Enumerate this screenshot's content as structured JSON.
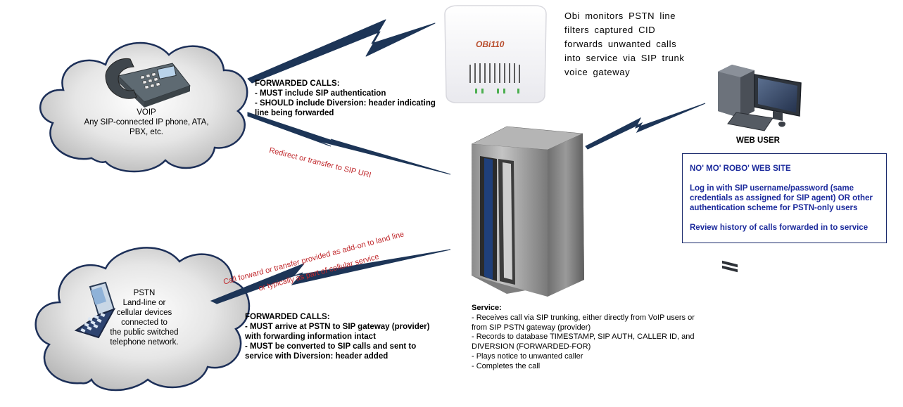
{
  "voip": {
    "title": "VOIP",
    "lines": [
      "Any SIP-connected IP phone, ATA,",
      "PBX, etc."
    ]
  },
  "pstn": {
    "lines": [
      "PSTN",
      "Land-line or",
      "cellular devices",
      "connected to",
      "the public switched",
      "telephone network."
    ]
  },
  "obi": {
    "brand": "OBi110",
    "note_lines": [
      "Obi monitors PSTN line",
      "filters captured CID",
      "forwards unwanted calls",
      "into service via SIP trunk",
      "voice gateway"
    ]
  },
  "forwarded_top": {
    "lines": [
      "FORWARDED CALLS:",
      "- MUST include SIP authentication",
      "- SHOULD include Diversion: header indicating",
      "line being forwarded"
    ]
  },
  "forwarded_bottom": {
    "lines": [
      "FORWARDED CALLS:",
      "- MUST arrive at PSTN to SIP gateway (provider)",
      "with forwarding information intact",
      "- MUST be converted to SIP calls and sent to",
      "service with Diversion: header added"
    ]
  },
  "links": {
    "redirect": "Redirect or transfer to SIP URI",
    "callforward_1": "Call forward or transfer provided as add-on to land line",
    "callforward_2": "or typically as part of cellular service"
  },
  "service": {
    "lines": [
      "Service:",
      "- Receives call via SIP trunking, either directly from VoIP users or",
      "from SIP PSTN gateway (provider)",
      "- Records to database TIMESTAMP, SIP AUTH, CALLER ID, and",
      "DIVERSION (FORWARDED-FOR)",
      "- Plays notice to unwanted caller",
      "- Completes the call"
    ]
  },
  "web_user": {
    "label": "WEB USER"
  },
  "web_site": {
    "title": "NO' MO' ROBO' WEB SITE",
    "login_lines": [
      "Log in with SIP username/password (same",
      "credentials as assigned for SIP agent) OR other",
      "authentication scheme for PSTN-only users"
    ],
    "history": "Review history of calls forwarded in to service"
  },
  "colors": {
    "link_label": "#c0282c",
    "web_box_text": "#1b2a9c",
    "web_box_border": "#1a2a6c",
    "lightning": "#1d3557",
    "cloud_fill": "#c8c8c8",
    "cloud_stroke": "#1c2f58"
  }
}
